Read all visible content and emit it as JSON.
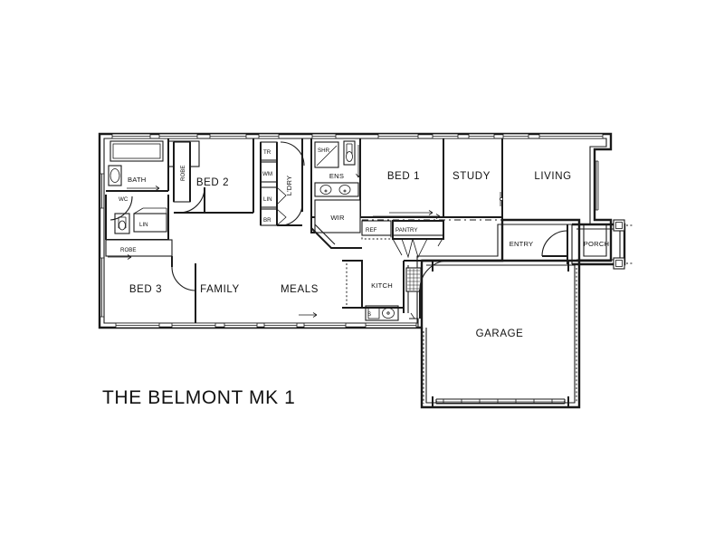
{
  "document": {
    "type": "architectural-floor-plan",
    "title": "THE BELMONT MK 1",
    "background_color": "#ffffff",
    "line_color": "#1a1a1a"
  },
  "title_block": {
    "text": "THE BELMONT MK 1"
  },
  "rooms": [
    {
      "id": "bath",
      "label": "BATH"
    },
    {
      "id": "bed2",
      "label": "BED 2"
    },
    {
      "id": "ldry",
      "label": "L'DRY"
    },
    {
      "id": "ens",
      "label": "ENS"
    },
    {
      "id": "bed1",
      "label": "BED 1"
    },
    {
      "id": "study",
      "label": "STUDY"
    },
    {
      "id": "living",
      "label": "LIVING"
    },
    {
      "id": "wir",
      "label": "WIR"
    },
    {
      "id": "entry",
      "label": "ENTRY"
    },
    {
      "id": "porch",
      "label": "PORCH"
    },
    {
      "id": "bed3",
      "label": "BED 3"
    },
    {
      "id": "family",
      "label": "FAMILY"
    },
    {
      "id": "meals",
      "label": "MEALS"
    },
    {
      "id": "kitch",
      "label": "KITCH"
    },
    {
      "id": "garage",
      "label": "GARAGE"
    }
  ],
  "fixtures": [
    {
      "id": "wc",
      "label": "WC",
      "description": "separate toilet"
    },
    {
      "id": "robe_bath",
      "label": "ROBE",
      "description": "robe beside bath"
    },
    {
      "id": "robe_bed2",
      "label": "ROBE",
      "description": "built-in robe bed 2"
    },
    {
      "id": "robe_bed3",
      "label": "ROBE",
      "description": "built-in robe bed 3"
    },
    {
      "id": "lin_hall",
      "label": "LIN",
      "description": "linen cupboard hall"
    },
    {
      "id": "lin_ldry",
      "label": "LIN",
      "description": "linen cupboard laundry"
    },
    {
      "id": "tr",
      "label": "TR",
      "description": "trough"
    },
    {
      "id": "wm",
      "label": "WM",
      "description": "washing machine"
    },
    {
      "id": "br",
      "label": "BR",
      "description": "broom cupboard"
    },
    {
      "id": "shr",
      "label": "SHR",
      "description": "shower"
    },
    {
      "id": "ref",
      "label": "REF",
      "description": "refrigerator space"
    },
    {
      "id": "pantry",
      "label": "PANTRY",
      "description": "walk-in pantry"
    },
    {
      "id": "sink",
      "label": "S",
      "description": "kitchen sink"
    }
  ],
  "labels": {
    "bath": "BATH",
    "wc": "WC",
    "robe_bath": "ROBE",
    "robe_bed2": "ROBE",
    "robe_bed3": "ROBE",
    "lin_hall": "LIN",
    "lin_ldry": "LIN",
    "bed1": "BED 1",
    "bed2": "BED 2",
    "bed3": "BED 3",
    "ldry": "L'DRY",
    "tr": "TR",
    "wm": "WM",
    "br": "BR",
    "ens": "ENS",
    "shr": "SHR",
    "wir": "WIR",
    "ref": "REF",
    "pantry": "PANTRY",
    "study": "STUDY",
    "living": "LIVING",
    "entry": "ENTRY",
    "porch": "PORCH",
    "family": "FAMILY",
    "meals": "MEALS",
    "kitch": "KITCH",
    "sink": "S",
    "garage": "GARAGE"
  }
}
